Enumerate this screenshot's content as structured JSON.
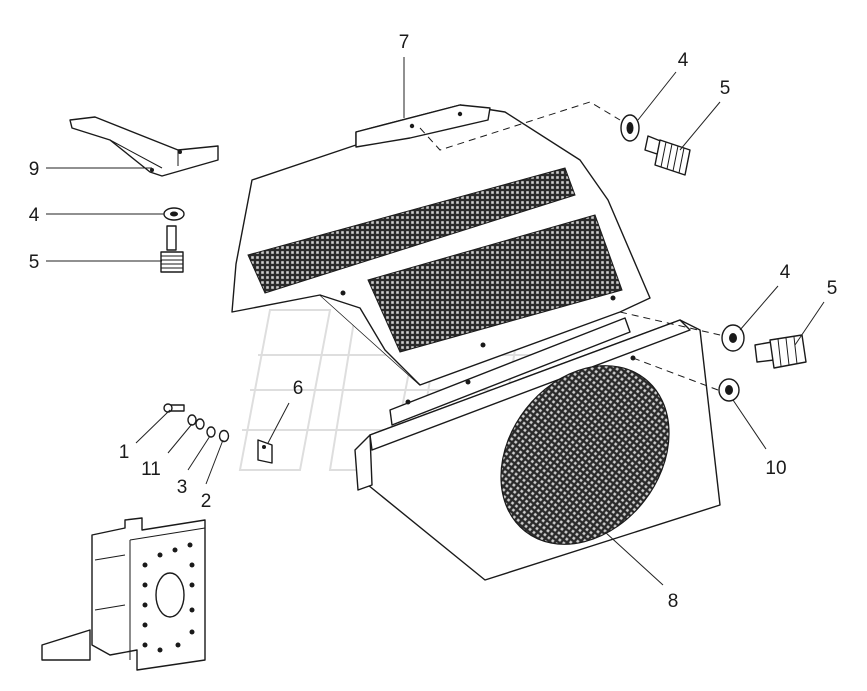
{
  "labels": {
    "p7": "7",
    "p4_top": "4",
    "p5_top": "5",
    "p9": "9",
    "p4_left": "4",
    "p5_left": "5",
    "p4_right": "4",
    "p5_right": "5",
    "p6": "6",
    "p1": "1",
    "p11": "11",
    "p3": "3",
    "p2": "2",
    "p10": "10",
    "p8": "8"
  }
}
